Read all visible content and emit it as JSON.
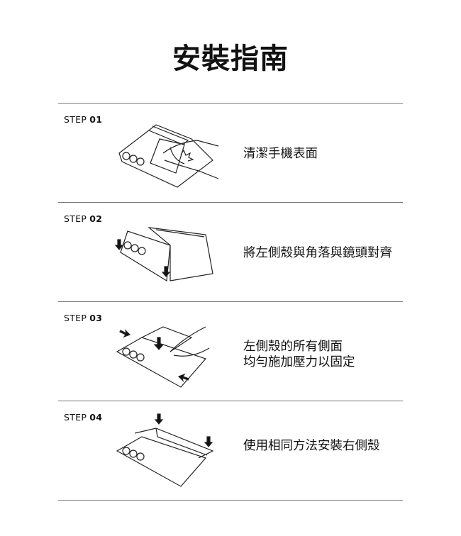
{
  "title": "安裝指南",
  "steps": [
    {
      "label": "STEP",
      "num": "01",
      "lines": [
        "清潔手機表面"
      ]
    },
    {
      "label": "STEP",
      "num": "02",
      "lines": [
        "將左側殼與角落與鏡頭對齊"
      ]
    },
    {
      "label": "STEP",
      "num": "03",
      "lines": [
        "左側殼的所有側面",
        "均勻施加壓力以固定"
      ]
    },
    {
      "label": "STEP",
      "num": "04",
      "lines": [
        "使用相同方法安裝右側殼"
      ]
    }
  ]
}
